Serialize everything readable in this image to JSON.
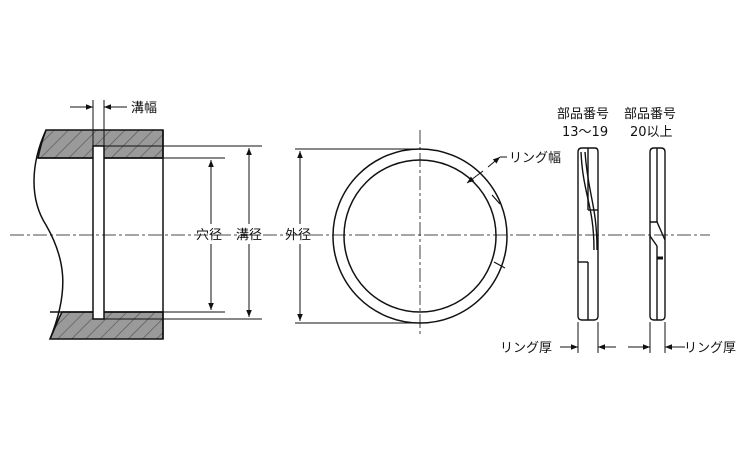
{
  "labels": {
    "groove_width": "溝幅",
    "hole_diameter": "穴径",
    "groove_diameter": "溝径",
    "outer_diameter": "外径",
    "ring_width": "リング幅",
    "ring_thickness_left": "リング厚",
    "ring_thickness_right": "リング厚",
    "part_no_a_title": "部品番号",
    "part_no_a_range": "13～19",
    "part_no_b_title": "部品番号",
    "part_no_b_range": "20以上"
  },
  "colors": {
    "line": "#111111",
    "hatch_fill": "#9a9a9a",
    "background": "#ffffff"
  }
}
